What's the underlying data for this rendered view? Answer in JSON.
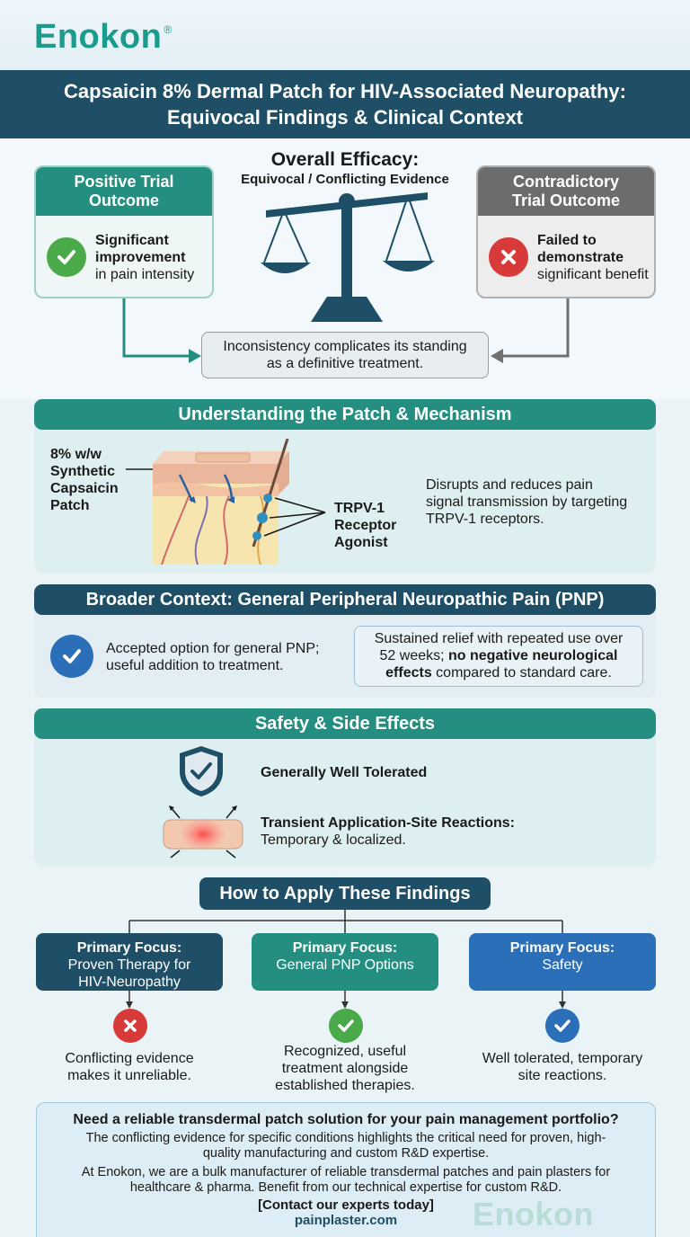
{
  "brand": {
    "logo": "Enokon",
    "reg": "®"
  },
  "title": {
    "line1": "Capsaicin 8% Dermal Patch for HIV-Associated Neuropathy:",
    "line2": "Equivocal Findings & Clinical Context"
  },
  "efficacy": {
    "title": "Overall Efficacy:",
    "subtitle": "Equivocal / Conflicting Evidence",
    "positive": {
      "head1": "Positive Trial",
      "head2": "Outcome",
      "bold1": "Significant",
      "bold2": "improvement",
      "text": "in pain intensity"
    },
    "contradictory": {
      "head1": "Contradictory",
      "head2": "Trial Outcome",
      "bold1": "Failed to",
      "bold2": "demonstrate",
      "text": "significant benefit"
    },
    "inconsistency": {
      "line1": "Inconsistency complicates its standing",
      "line2": "as a definitive treatment."
    }
  },
  "mechanism": {
    "title": "Understanding the Patch & Mechanism",
    "patch_label": [
      "8% w/w",
      "Synthetic",
      "Capsaicin",
      "Patch"
    ],
    "receptor_label": [
      "TRPV-1",
      "Receptor",
      "Agonist"
    ],
    "description": [
      "Disrupts and reduces pain",
      "signal transmission by targeting",
      "TRPV-1 receptors."
    ]
  },
  "context": {
    "title": "Broader Context: General Peripheral Neuropathic Pain (PNP)",
    "left": [
      "Accepted option for general PNP;",
      "useful addition to treatment."
    ],
    "right": {
      "line1": "Sustained relief with repeated use over",
      "line2a": "52 weeks; ",
      "line2b": "no negative neurological",
      "line3a": "effects",
      "line3b": " compared to standard care."
    }
  },
  "safety": {
    "title": "Safety & Side Effects",
    "tolerated": "Generally Well Tolerated",
    "reactions_title": "Transient Application-Site Reactions:",
    "reactions_text": "Temporary & localized."
  },
  "apply": {
    "title": "How to Apply These Findings",
    "items": [
      {
        "label": "Primary Focus:",
        "lines": [
          "Proven Therapy for",
          "HIV-Neuropathy"
        ],
        "result": [
          "Conflicting evidence",
          "makes it unreliable."
        ],
        "color": "#1f4f67"
      },
      {
        "label": "Primary Focus:",
        "lines": [
          "General PNP Options"
        ],
        "result": [
          "Recognized, useful",
          "treatment alongside",
          "established therapies."
        ],
        "color": "#248f80"
      },
      {
        "label": "Primary Focus:",
        "lines": [
          "Safety"
        ],
        "result": [
          "Well tolerated, temporary",
          "site reactions."
        ],
        "color": "#2b6fb8"
      }
    ]
  },
  "cta": {
    "headline": "Need a reliable transdermal patch solution for your pain management portfolio?",
    "p1": [
      "The conflicting evidence for specific conditions highlights the critical need for proven, high-",
      "quality manufacturing and custom R&D expertise."
    ],
    "p2": [
      "At Enokon, we are a bulk manufacturer of reliable transdermal patches and pain plasters for",
      "healthcare & pharma. Benefit from our technical expertise for custom R&D."
    ],
    "contact": "[Contact our experts today]",
    "url": "painplaster.com",
    "watermark": "Enokon"
  },
  "colors": {
    "navy": "#1f4f67",
    "teal": "#248f80",
    "blue": "#2b6fb8",
    "red": "#d83a3a",
    "green": "#4aaa4a"
  }
}
